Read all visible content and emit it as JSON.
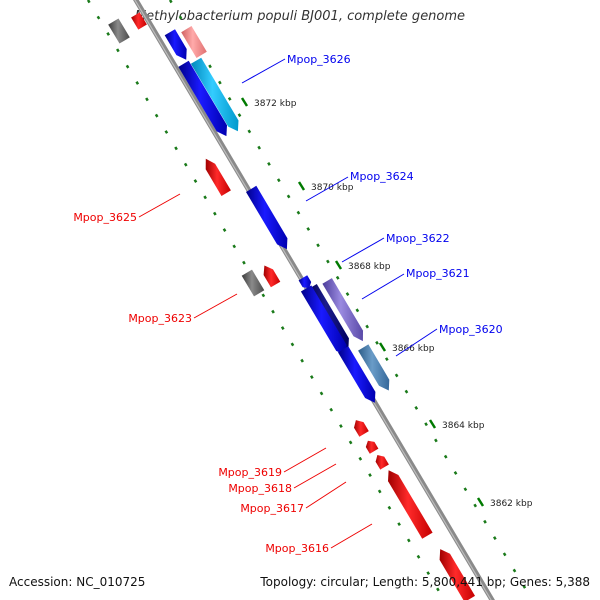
{
  "title": "Methylobacterium populi BJ001, complete genome",
  "footer": {
    "accession": "Accession: NC_010725",
    "summary": "Topology: circular; Length: 5,800,441 bp; Genes: 5,388"
  },
  "colors": {
    "forward": "#0000ee",
    "reverse": "#ee0000",
    "backbone": "#888888",
    "tick": "#007a00",
    "gray_feature": "#666666"
  },
  "ticks": [
    {
      "label": "3872 kbp"
    },
    {
      "label": "3870 kbp"
    },
    {
      "label": "3868 kbp"
    },
    {
      "label": "3866 kbp"
    },
    {
      "label": "3864 kbp"
    },
    {
      "label": "3862 kbp"
    }
  ],
  "genes": [
    {
      "label": "Mpop_3626",
      "strand": "forward"
    },
    {
      "label": "Mpop_3624",
      "strand": "forward"
    },
    {
      "label": "Mpop_3622",
      "strand": "forward"
    },
    {
      "label": "Mpop_3621",
      "strand": "forward"
    },
    {
      "label": "Mpop_3620",
      "strand": "forward"
    },
    {
      "label": "Mpop_3625",
      "strand": "reverse"
    },
    {
      "label": "Mpop_3623",
      "strand": "reverse"
    },
    {
      "label": "Mpop_3619",
      "strand": "reverse"
    },
    {
      "label": "Mpop_3618",
      "strand": "reverse"
    },
    {
      "label": "Mpop_3617",
      "strand": "reverse"
    },
    {
      "label": "Mpop_3616",
      "strand": "reverse"
    }
  ]
}
